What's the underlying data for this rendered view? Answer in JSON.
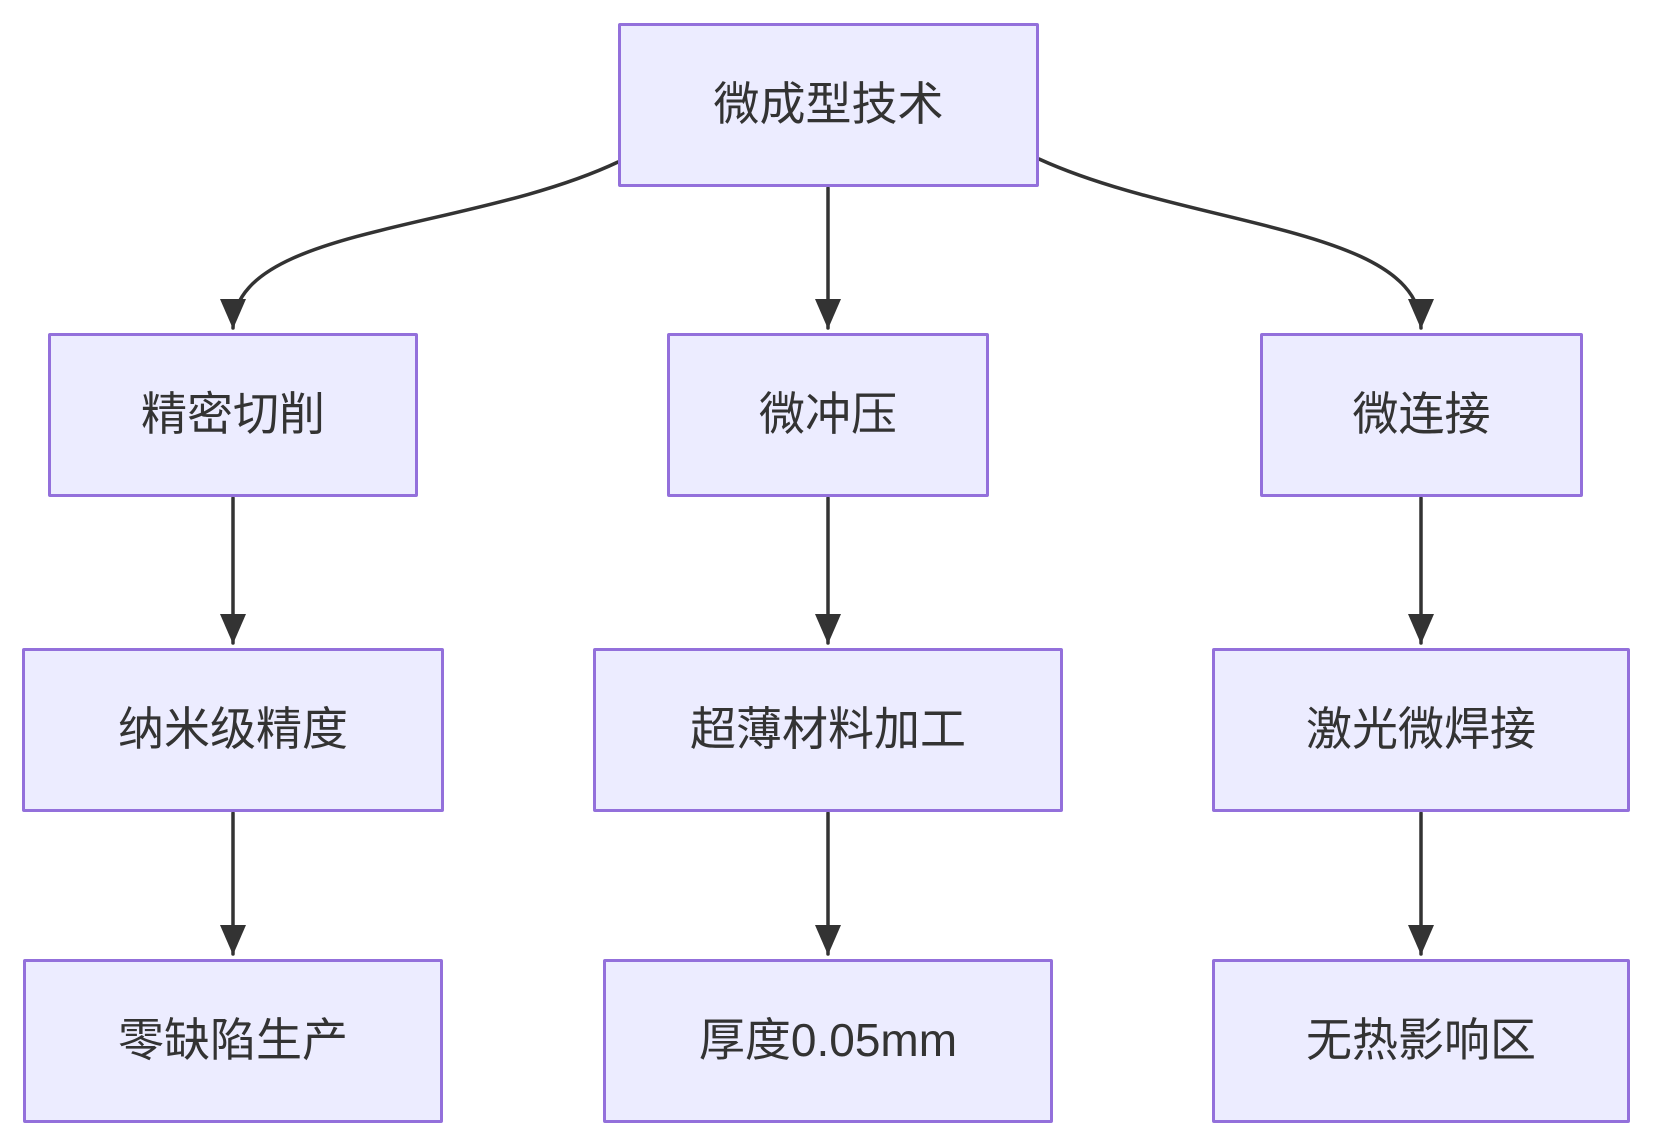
{
  "diagram": {
    "type": "flowchart",
    "direction": "top-down",
    "colors": {
      "node_fill": "#ECECFF",
      "node_border": "#9370DB",
      "text": "#333333",
      "edge": "#333333",
      "background": "#FFFFFF"
    },
    "nodes": {
      "root": {
        "label": "微成型技术"
      },
      "cutting": {
        "label": "精密切削"
      },
      "stamping": {
        "label": "微冲压"
      },
      "joining": {
        "label": "微连接"
      },
      "nano": {
        "label": "纳米级精度"
      },
      "thin": {
        "label": "超薄材料加工"
      },
      "laser": {
        "label": "激光微焊接"
      },
      "zero": {
        "label": "零缺陷生产"
      },
      "thickness": {
        "label": "厚度0.05mm"
      },
      "noheat": {
        "label": "无热影响区"
      }
    },
    "edges": [
      {
        "from": "微成型技术",
        "to": "精密切削"
      },
      {
        "from": "微成型技术",
        "to": "微冲压"
      },
      {
        "from": "微成型技术",
        "to": "微连接"
      },
      {
        "from": "精密切削",
        "to": "纳米级精度"
      },
      {
        "from": "微冲压",
        "to": "超薄材料加工"
      },
      {
        "from": "微连接",
        "to": "激光微焊接"
      },
      {
        "from": "纳米级精度",
        "to": "零缺陷生产"
      },
      {
        "from": "超薄材料加工",
        "to": "厚度0.05mm"
      },
      {
        "from": "激光微焊接",
        "to": "无热影响区"
      }
    ]
  }
}
